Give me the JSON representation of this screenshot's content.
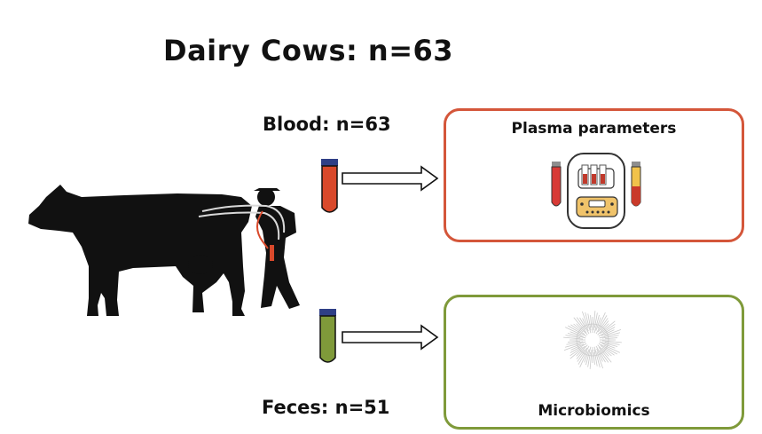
{
  "title": "Dairy Cows: n=63",
  "samples": {
    "blood": {
      "label": "Blood: n=63"
    },
    "feces": {
      "label": "Feces: n=51"
    }
  },
  "panels": {
    "plasma": {
      "title": "Plasma parameters"
    },
    "microbiome": {
      "title": "Microbiomics"
    }
  },
  "colors": {
    "blood_tube": "#d9492b",
    "feces_tube": "#7f9a3a",
    "cap": "#2f3f86",
    "plasma_border": "#d4563a",
    "micro_border": "#7f9a3a",
    "silhouette": "#111111"
  },
  "icons": {
    "cow": "cow-silhouette-icon",
    "farmer": "farmer-silhouette-icon",
    "analyzer": "blood-analyzer-icon",
    "tree": "phylogenetic-tree-icon"
  }
}
